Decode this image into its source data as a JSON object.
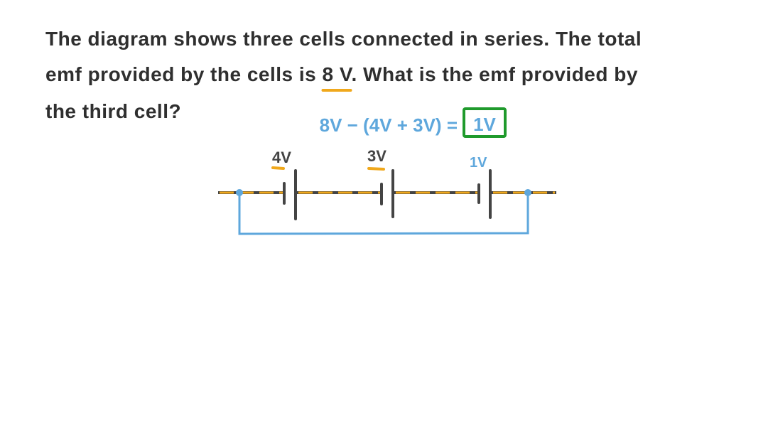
{
  "question": {
    "line1": "The diagram shows three cells connected in series. The total",
    "line2_before": "emf provided by the cells is ",
    "line2_highlight": "8 V",
    "line2_after": ". What is the emf provided by",
    "line3": "the third cell?"
  },
  "working": {
    "equation": "8V − (4V + 3V) =",
    "answer": "1V"
  },
  "cells": [
    {
      "label": "4V"
    },
    {
      "label": "3V"
    },
    {
      "label": "1V"
    }
  ],
  "colors": {
    "ink": "#2f2f2f",
    "annotation_blue": "#5ea7dc",
    "highlight_orange": "#f0a81c",
    "answer_box_green": "#1f9a2c",
    "wire_dark": "#444444"
  }
}
